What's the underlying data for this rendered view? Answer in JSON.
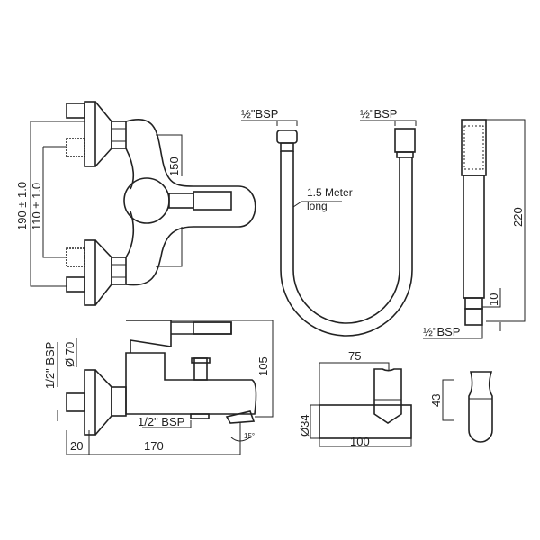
{
  "front_view": {
    "dim_190": "190 ± 1.0",
    "dim_110": "110 ± 1.0",
    "dim_150": "150"
  },
  "side_view": {
    "dim_thread": "1/2\" BSP",
    "dim_diameter": "Ø 70",
    "dim_105": "105",
    "dim_outlet": "1/2\" BSP",
    "dim_angle": "15°",
    "dim_20": "20",
    "dim_170": "170"
  },
  "hose": {
    "left_thread": "½\"BSP",
    "right_thread": "½\"BSP",
    "length_line1": "1.5 Meter",
    "length_line2": "long"
  },
  "hand_shower": {
    "dim_220": "220",
    "dim_10": "10",
    "thread": "½\"BSP"
  },
  "holder": {
    "dim_75": "75",
    "dim_34": "Ø34",
    "dim_100": "100",
    "dim_43": "43"
  }
}
